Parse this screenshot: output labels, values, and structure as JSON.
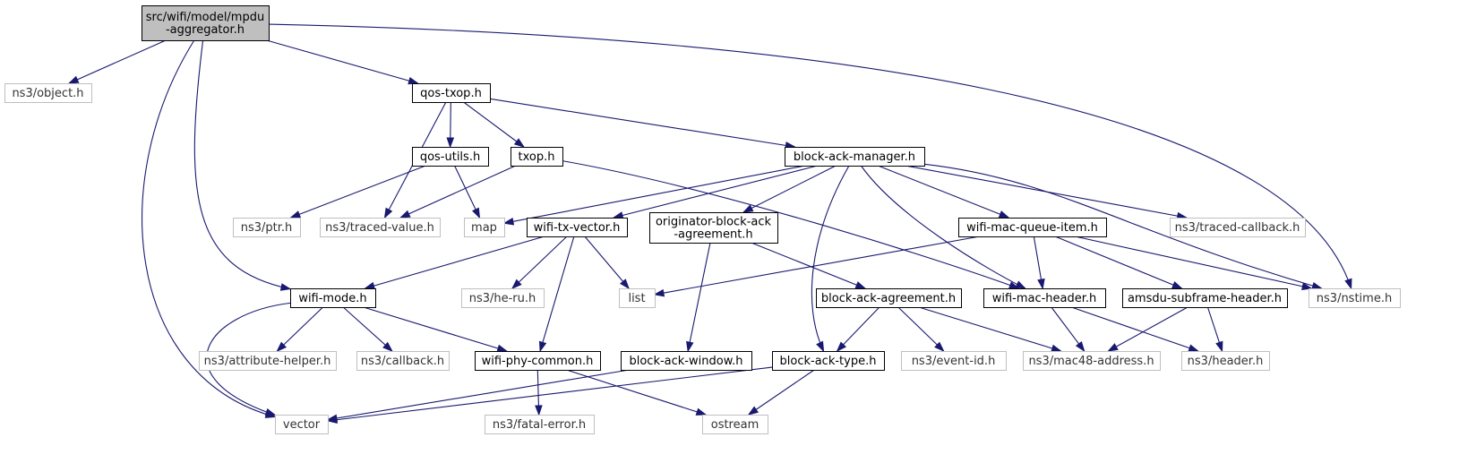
{
  "diagram": {
    "colors": {
      "edge": "#191970",
      "focus_fill": "#bfbfbf",
      "normal_stroke": "#000000",
      "external_stroke": "#bfbfbf",
      "fill": "#ffffff"
    },
    "nodes": [
      {
        "id": "mpdu",
        "lines": [
          "src/wifi/model/mpdu",
          "-aggregator.h"
        ],
        "kind": "focus"
      },
      {
        "id": "object",
        "lines": [
          "ns3/object.h"
        ],
        "kind": "external"
      },
      {
        "id": "qostxop",
        "lines": [
          "qos-txop.h"
        ],
        "kind": "normal"
      },
      {
        "id": "qosutils",
        "lines": [
          "qos-utils.h"
        ],
        "kind": "normal"
      },
      {
        "id": "txop",
        "lines": [
          "txop.h"
        ],
        "kind": "normal"
      },
      {
        "id": "bam",
        "lines": [
          "block-ack-manager.h"
        ],
        "kind": "normal"
      },
      {
        "id": "ptr",
        "lines": [
          "ns3/ptr.h"
        ],
        "kind": "external"
      },
      {
        "id": "tracedvalue",
        "lines": [
          "ns3/traced-value.h"
        ],
        "kind": "external"
      },
      {
        "id": "map",
        "lines": [
          "map"
        ],
        "kind": "external"
      },
      {
        "id": "txvector",
        "lines": [
          "wifi-tx-vector.h"
        ],
        "kind": "normal"
      },
      {
        "id": "oba",
        "lines": [
          "originator-block-ack",
          "-agreement.h"
        ],
        "kind": "normal"
      },
      {
        "id": "mqi",
        "lines": [
          "wifi-mac-queue-item.h"
        ],
        "kind": "normal"
      },
      {
        "id": "tracedcb",
        "lines": [
          "ns3/traced-callback.h"
        ],
        "kind": "external"
      },
      {
        "id": "wifimode",
        "lines": [
          "wifi-mode.h"
        ],
        "kind": "normal"
      },
      {
        "id": "heru",
        "lines": [
          "ns3/he-ru.h"
        ],
        "kind": "external"
      },
      {
        "id": "list",
        "lines": [
          "list"
        ],
        "kind": "external"
      },
      {
        "id": "baa",
        "lines": [
          "block-ack-agreement.h"
        ],
        "kind": "normal"
      },
      {
        "id": "machdr",
        "lines": [
          "wifi-mac-header.h"
        ],
        "kind": "normal"
      },
      {
        "id": "amsdu",
        "lines": [
          "amsdu-subframe-header.h"
        ],
        "kind": "normal"
      },
      {
        "id": "nstime",
        "lines": [
          "ns3/nstime.h"
        ],
        "kind": "external"
      },
      {
        "id": "attrhelper",
        "lines": [
          "ns3/attribute-helper.h"
        ],
        "kind": "external"
      },
      {
        "id": "callback",
        "lines": [
          "ns3/callback.h"
        ],
        "kind": "external"
      },
      {
        "id": "phycommon",
        "lines": [
          "wifi-phy-common.h"
        ],
        "kind": "normal"
      },
      {
        "id": "baw",
        "lines": [
          "block-ack-window.h"
        ],
        "kind": "normal"
      },
      {
        "id": "batype",
        "lines": [
          "block-ack-type.h"
        ],
        "kind": "normal"
      },
      {
        "id": "eventid",
        "lines": [
          "ns3/event-id.h"
        ],
        "kind": "external"
      },
      {
        "id": "mac48",
        "lines": [
          "ns3/mac48-address.h"
        ],
        "kind": "external"
      },
      {
        "id": "header",
        "lines": [
          "ns3/header.h"
        ],
        "kind": "external"
      },
      {
        "id": "vector",
        "lines": [
          "vector"
        ],
        "kind": "external"
      },
      {
        "id": "fatalerror",
        "lines": [
          "ns3/fatal-error.h"
        ],
        "kind": "external"
      },
      {
        "id": "ostream",
        "lines": [
          "ostream"
        ],
        "kind": "external"
      }
    ],
    "edges": [
      {
        "from": "mpdu",
        "to": "object"
      },
      {
        "from": "mpdu",
        "to": "qostxop"
      },
      {
        "from": "mpdu",
        "to": "nstime"
      },
      {
        "from": "mpdu",
        "to": "wifimode"
      },
      {
        "from": "mpdu",
        "to": "vector"
      },
      {
        "from": "qostxop",
        "to": "qosutils"
      },
      {
        "from": "qostxop",
        "to": "txop"
      },
      {
        "from": "qostxop",
        "to": "bam"
      },
      {
        "from": "qostxop",
        "to": "tracedvalue"
      },
      {
        "from": "qosutils",
        "to": "ptr"
      },
      {
        "from": "qosutils",
        "to": "map"
      },
      {
        "from": "txop",
        "to": "tracedvalue"
      },
      {
        "from": "txop",
        "to": "machdr"
      },
      {
        "from": "bam",
        "to": "map"
      },
      {
        "from": "bam",
        "to": "txvector"
      },
      {
        "from": "bam",
        "to": "oba"
      },
      {
        "from": "bam",
        "to": "mqi"
      },
      {
        "from": "bam",
        "to": "tracedcb"
      },
      {
        "from": "bam",
        "to": "nstime"
      },
      {
        "from": "bam",
        "to": "machdr"
      },
      {
        "from": "bam",
        "to": "batype"
      },
      {
        "from": "txvector",
        "to": "wifimode"
      },
      {
        "from": "txvector",
        "to": "heru"
      },
      {
        "from": "txvector",
        "to": "list"
      },
      {
        "from": "txvector",
        "to": "phycommon"
      },
      {
        "from": "oba",
        "to": "baa"
      },
      {
        "from": "oba",
        "to": "baw"
      },
      {
        "from": "mqi",
        "to": "list"
      },
      {
        "from": "mqi",
        "to": "machdr"
      },
      {
        "from": "mqi",
        "to": "amsdu"
      },
      {
        "from": "mqi",
        "to": "nstime"
      },
      {
        "from": "wifimode",
        "to": "attrhelper"
      },
      {
        "from": "wifimode",
        "to": "callback"
      },
      {
        "from": "wifimode",
        "to": "phycommon"
      },
      {
        "from": "wifimode",
        "to": "vector"
      },
      {
        "from": "baa",
        "to": "batype"
      },
      {
        "from": "baa",
        "to": "eventid"
      },
      {
        "from": "baa",
        "to": "mac48"
      },
      {
        "from": "machdr",
        "to": "mac48"
      },
      {
        "from": "machdr",
        "to": "header"
      },
      {
        "from": "amsdu",
        "to": "mac48"
      },
      {
        "from": "amsdu",
        "to": "header"
      },
      {
        "from": "phycommon",
        "to": "fatalerror"
      },
      {
        "from": "phycommon",
        "to": "ostream"
      },
      {
        "from": "baw",
        "to": "vector"
      },
      {
        "from": "batype",
        "to": "vector"
      },
      {
        "from": "batype",
        "to": "ostream"
      }
    ]
  }
}
